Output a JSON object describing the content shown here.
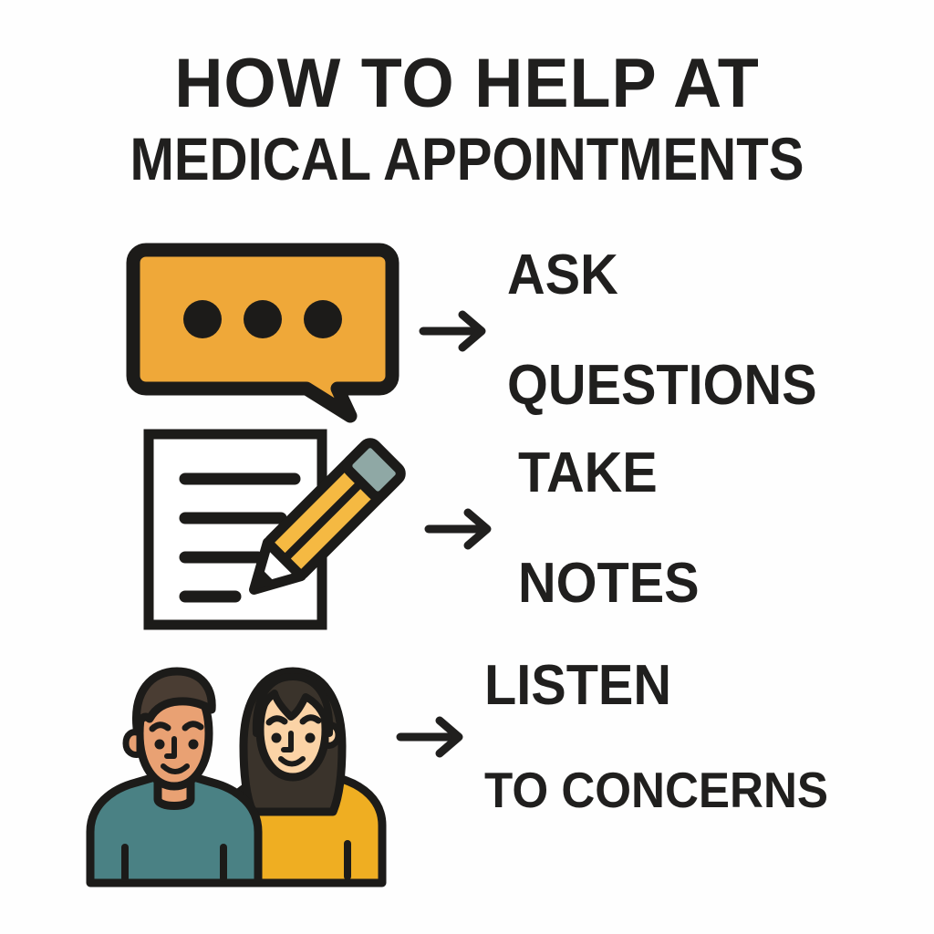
{
  "poster": {
    "background_color": "#FEFEFE",
    "ink_color": "#201F1E",
    "title": {
      "line1": "HOW TO HELP AT",
      "line2": "MEDICAL APPOINTMENTS"
    },
    "palette": {
      "amber": "#EFA839",
      "amber_dark": "#EFAE22",
      "pencil_body": "#F5B942",
      "eraser": "#8FA8A5",
      "teal": "#4A8184",
      "skin_tan": "#E9A173",
      "skin_light": "#FBD3A6",
      "hair_dark": "#3A332B",
      "hair_brown": "#4A3D33",
      "outline": "#1C1B19",
      "paper": "#FFFFFF"
    },
    "rows": [
      {
        "id": "ask-questions",
        "icon": "speech-bubble-icon",
        "icon_description": "orange rounded speech bubble with three black dots and a tail",
        "arrow": "arrow-right-icon",
        "label_line1": "ASK",
        "label_line2": "QUESTIONS",
        "dot_count": 3
      },
      {
        "id": "take-notes",
        "icon": "notepad-pencil-icon",
        "icon_description": "white note sheet with four ruled lines and a yellow pencil writing on it",
        "arrow": "arrow-right-icon",
        "label_line1": "TAKE",
        "label_line2": "NOTES",
        "note_line_count": 4
      },
      {
        "id": "listen-to-concerns",
        "icon": "two-people-icon",
        "icon_description": "a man in a teal sweater and a woman in a yellow top standing together",
        "arrow": "arrow-right-icon",
        "label_line1": "LISTEN",
        "label_line2": "TO CONCERNS",
        "people": [
          {
            "name": "man",
            "hair": "short dark brown",
            "skin": "tan",
            "top": "teal sweater"
          },
          {
            "name": "woman",
            "hair": "long dark brown",
            "skin": "light",
            "top": "yellow top"
          }
        ]
      }
    ]
  }
}
